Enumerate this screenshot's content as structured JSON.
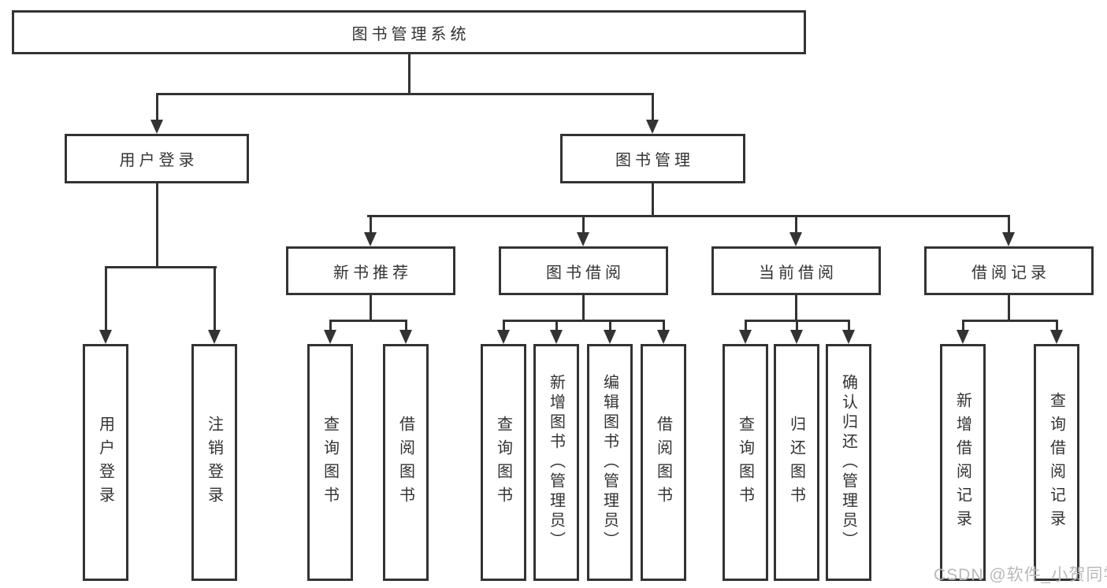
{
  "tree": {
    "root": "图书管理系统",
    "children": [
      {
        "label": "用户登录",
        "children": [
          "用户登录",
          "注销登录"
        ]
      },
      {
        "label": "图书管理",
        "children": [
          {
            "label": "新书推荐",
            "children": [
              "查询图书",
              "借阅图书"
            ]
          },
          {
            "label": "图书借阅",
            "children": [
              "查询图书",
              "新增图书（管理员）",
              "编辑图书（管理员）",
              "借阅图书"
            ]
          },
          {
            "label": "当前借阅",
            "children": [
              "查询图书",
              "归还图书",
              "确认归还（管理员）"
            ]
          },
          {
            "label": "借阅记录",
            "children": [
              "新增借阅记录",
              "查询借阅记录"
            ]
          }
        ]
      }
    ]
  },
  "watermark": {
    "text": "CSDN @软件_小贺同学"
  },
  "colors": {
    "line": "#333333",
    "box_border": "#333333",
    "box_fill": "#ffffff",
    "text": "#333333",
    "watermark": "#b9b9b9",
    "background": "#ffffff"
  }
}
